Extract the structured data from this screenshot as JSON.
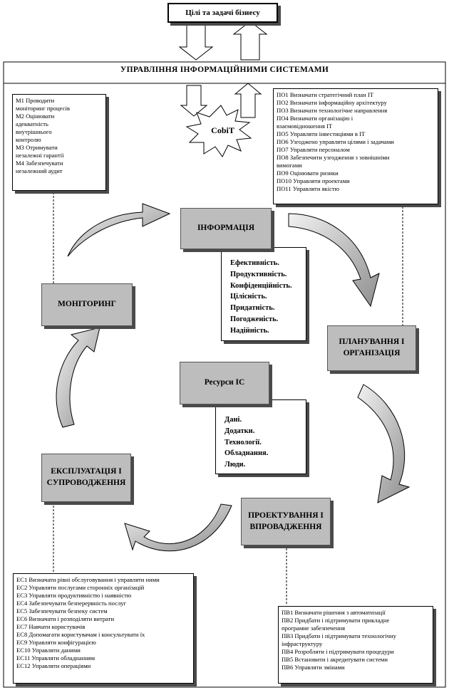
{
  "top_box": "Цілі та задачі бізнесу",
  "management_banner": "УПРАВЛІННЯ ІНФОРМАЦІЙНИМИ СИСТЕМАМИ",
  "cobit_label": "CobiT",
  "monitoring_processes": [
    "М1 Проводити",
    "моніторинг процесів",
    "М2 Оцінювати",
    "адекватність",
    "внутрішнього",
    "контролю",
    "М3 Отримувати",
    "незалежні гарантії",
    "М4 Забезпечувати",
    "незалежний аудит"
  ],
  "planning_processes": [
    "ПО1 Визначати стратегічний план ІТ",
    "ПО2 Визначати інформаційну архітектуру",
    "ПО3 Визначати технологічне направлення",
    "ПО4 Визначати організацію і",
    "взаємовідношення ІТ",
    "ПО5 Управляти інвестиціями в ІТ",
    "ПО6 Узгоджено управляти цілями і задачами",
    "ПО7 Управляти персоналом",
    "ПО8 Забезпечити узгодження з зовнішніми",
    "вимогами",
    "ПО9 Оцінювати ризики",
    "ПО10 Управляти проектами",
    "ПО11 Управляти якістю"
  ],
  "domains": {
    "information": "ІНФОРМАЦІЯ",
    "monitoring": "МОНІТОРИНГ",
    "planning": "ПЛАНУВАННЯ І ОРГАНІЗАЦІЯ",
    "resources": "Ресурси ІС",
    "operation": "ЕКСПЛУАТАЦІЯ І СУПРОВОДЖЕННЯ",
    "design": "ПРОЕКТУВАННЯ І ВПРОВАДЖЕННЯ"
  },
  "information_criteria": [
    "Ефективність.",
    "Продуктивність.",
    "Конфіденційність.",
    "Цілісність.",
    "Придатність.",
    "Погодженість.",
    "Надійність."
  ],
  "resources_list": [
    "Дані.",
    "Додатки.",
    "Технології.",
    "Обладнання.",
    "Люди."
  ],
  "operation_processes": [
    "ЕС1 Визначати рівні обслуговування і управляти ними",
    "ЕС2 Управляти послугами сторонніх організацій",
    "ЕС3 Управляти продуктивністю і наявністю",
    "ЕС4 Забезпечувати безперервність послуг",
    "ЕС5 Забезпечувати безпеку систем",
    "ЕС6 Визначати і розподіляти витрати",
    "ЕС7 Навчати користувачів",
    "ЕС8 Допомагати користувачам і консультувати їх",
    "ЕС9 Управляти конфігурацією",
    "ЕС10 Управляти даними",
    "ЕС11 Управляти обладнанням",
    "ЕС12 Управляти операціями"
  ],
  "design_processes": [
    "ПВ1 Визначати рішення з автоматизації",
    "ПВ2 Придбати і підтримувати прикладне",
    "програмне забезпечення",
    "ПВ3 Придбати і підтримувати технологічну",
    "інфраструктуру",
    "ПВ4 Розробляти і підтримувати процедури",
    "ПВ5 Встановити і акредитувати системи",
    "ПВ6 Управляти змінами"
  ]
}
